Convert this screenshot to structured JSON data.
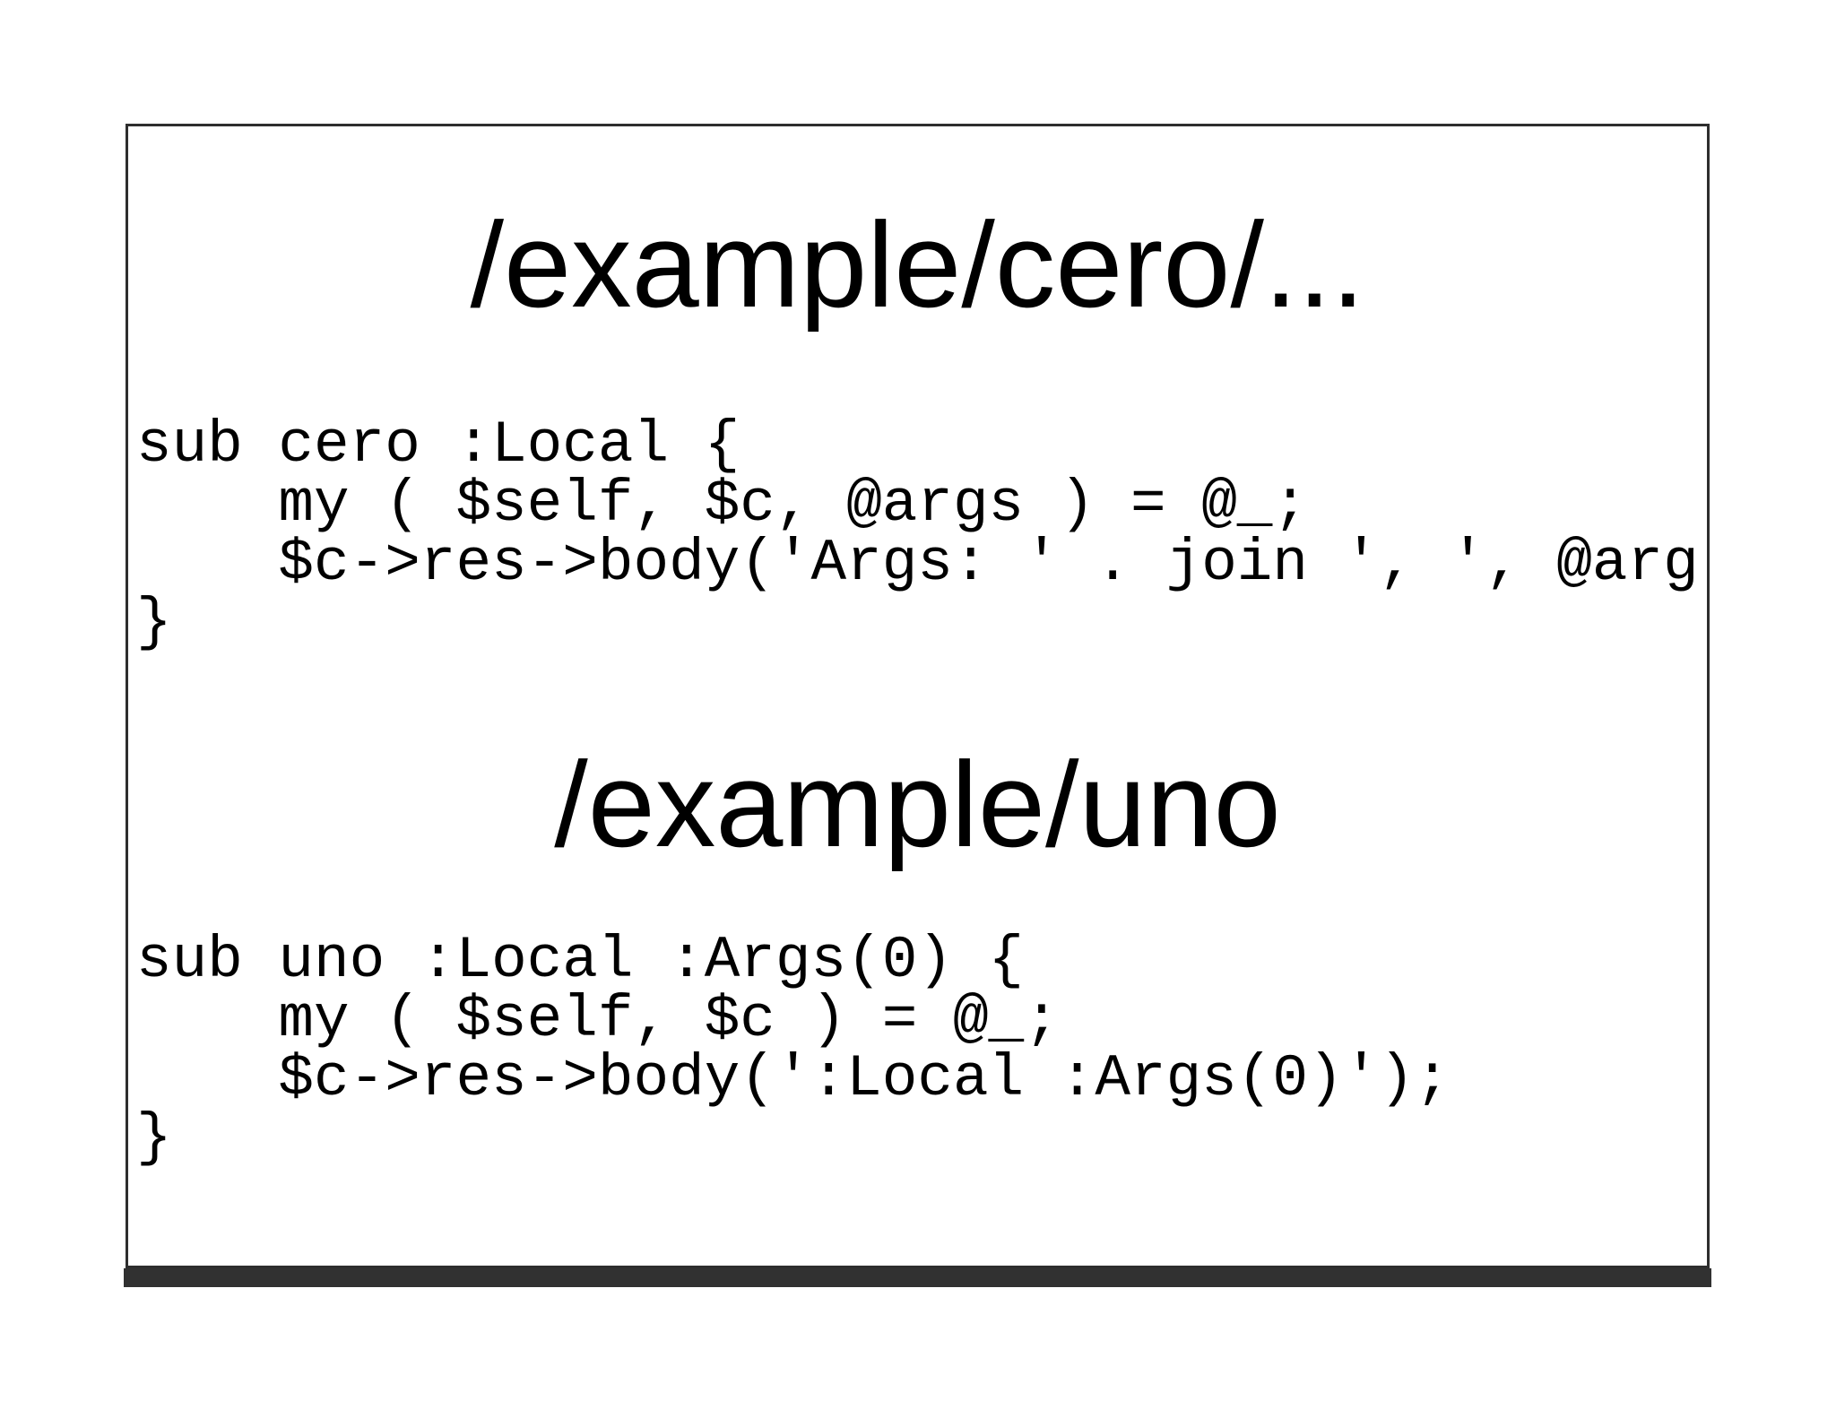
{
  "slide": {
    "sections": [
      {
        "title": "/example/cero/...",
        "code": "sub cero :Local {\n    my ( $self, $c, @args ) = @_;\n    $c->res->body('Args: ' . join ', ', @arg\n}"
      },
      {
        "title": "/example/uno",
        "code": "sub uno :Local :Args(0) {\n    my ( $self, $c ) = @_;\n    $c->res->body(':Local :Args(0)');\n}"
      }
    ]
  }
}
